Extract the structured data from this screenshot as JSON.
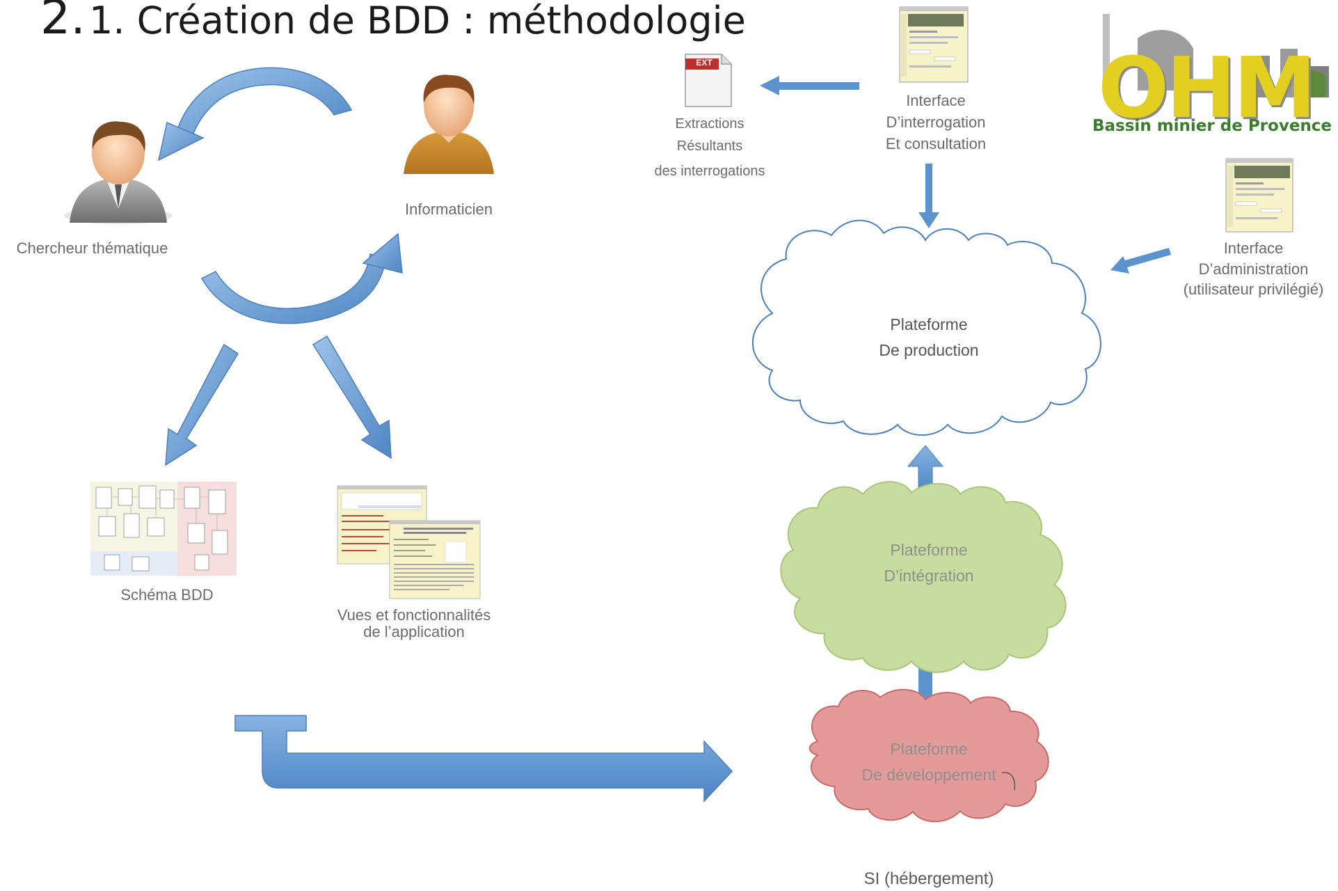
{
  "title": {
    "number": "2.",
    "text": "1. Création de BDD : méthodologie"
  },
  "left": {
    "chercheur_label": "Chercheur thématique",
    "informaticien_label": "Informaticien",
    "schema_label": "Schéma BDD",
    "vues_label_line1": "Vues et fonctionnalités",
    "vues_label_line2": "de l’application"
  },
  "right": {
    "extractions_line1": "Extractions",
    "extractions_line2": "Résultants",
    "extractions_line3": "des interrogations",
    "ext_badge": "EXT",
    "interface_interro_line1": "Interface",
    "interface_interro_line2": "D’interrogation",
    "interface_interro_line3": "Et consultation",
    "interface_admin_line1": "Interface",
    "interface_admin_line2": "D’administration",
    "interface_admin_line3": "(utilisateur privilégié)",
    "logo_big": "OHM",
    "logo_sub": "Bassin minier de Provence",
    "production_line1": "Plateforme",
    "production_line2": "De production",
    "integration_line1": "Plateforme",
    "integration_line2": "D’intégration",
    "developpement_line1": "Plateforme",
    "developpement_line2": "De développement",
    "si_label": "SI (hébergement)"
  },
  "colors": {
    "arrow_blue": "#5b93cf",
    "cloud_white_stroke": "#4a7fbf",
    "cloud_green_fill": "#c9dca0",
    "cloud_red_fill": "#e59a9a",
    "logo_yellow": "#e3cf1f",
    "logo_green": "#3a7d2c"
  },
  "icons": {
    "chercheur": "user-gray-icon",
    "informaticien": "user-orange-icon",
    "ext_file": "file-ext-icon",
    "screenshot": "webpage-screenshot-icon"
  }
}
